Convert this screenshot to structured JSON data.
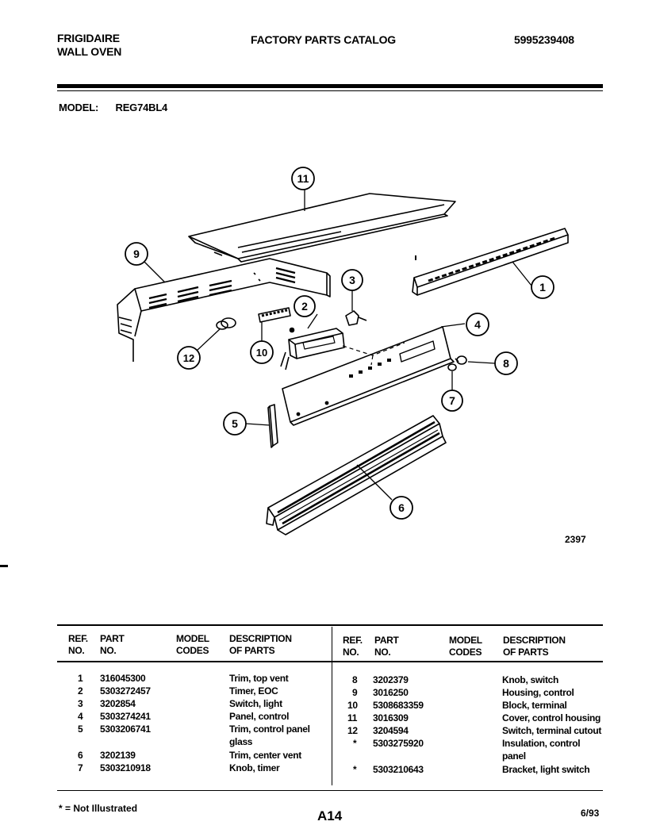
{
  "header": {
    "brand": "FRIGIDAIRE",
    "product": "WALL OVEN",
    "catalog_title": "FACTORY PARTS CATALOG",
    "catalog_number": "5995239408",
    "model_label": "MODEL:",
    "model_value": "REG74BL4"
  },
  "diagram": {
    "callouts": [
      "1",
      "2",
      "3",
      "4",
      "5",
      "6",
      "7",
      "8",
      "9",
      "10",
      "11",
      "12"
    ],
    "figure_id": "2397"
  },
  "table": {
    "headers": {
      "ref_no": [
        "REF.",
        "NO."
      ],
      "part_no": [
        "PART",
        "NO."
      ],
      "model_codes": [
        "MODEL",
        "CODES"
      ],
      "description": [
        "DESCRIPTION",
        "OF PARTS"
      ]
    },
    "left_rows": [
      {
        "ref": "1",
        "part": "316045300",
        "codes": "",
        "desc": "Trim, top vent"
      },
      {
        "ref": "2",
        "part": "5303272457",
        "codes": "",
        "desc": "Timer, EOC"
      },
      {
        "ref": "3",
        "part": "3202854",
        "codes": "",
        "desc": "Switch, light"
      },
      {
        "ref": "4",
        "part": "5303274241",
        "codes": "",
        "desc": "Panel, control"
      },
      {
        "ref": "5",
        "part": "5303206741",
        "codes": "",
        "desc": "Trim, control panel glass"
      },
      {
        "ref": "6",
        "part": "3202139",
        "codes": "",
        "desc": "Trim, center vent"
      },
      {
        "ref": "7",
        "part": "5303210918",
        "codes": "",
        "desc": "Knob, timer"
      }
    ],
    "right_rows": [
      {
        "ref": "8",
        "part": "3202379",
        "codes": "",
        "desc": "Knob, switch"
      },
      {
        "ref": "9",
        "part": "3016250",
        "codes": "",
        "desc": "Housing, control"
      },
      {
        "ref": "10",
        "part": "5308683359",
        "codes": "",
        "desc": "Block, terminal"
      },
      {
        "ref": "11",
        "part": "3016309",
        "codes": "",
        "desc": "Cover, control housing"
      },
      {
        "ref": "12",
        "part": "3204594",
        "codes": "",
        "desc": "Switch, terminal cutout"
      },
      {
        "ref": "*",
        "part": "5303275920",
        "codes": "",
        "desc": "Insulation, control panel"
      },
      {
        "ref": "*",
        "part": "5303210643",
        "codes": "",
        "desc": "Bracket, light switch"
      }
    ]
  },
  "footer": {
    "note": "* = Not Illustrated",
    "page": "A14",
    "date": "6/93"
  }
}
